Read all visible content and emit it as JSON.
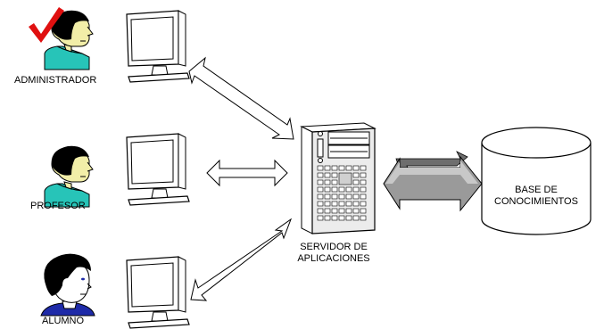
{
  "actors": [
    {
      "label": "ADMINISTRADOR",
      "icon": "admin-person-with-checkmark-icon"
    },
    {
      "label": "PROFESOR",
      "icon": "teacher-person-icon"
    },
    {
      "label": "ALUMNO",
      "icon": "student-person-icon"
    }
  ],
  "server": {
    "line1": "SERVIDOR DE",
    "line2": "APLICACIONES",
    "icon": "server-tower-icon"
  },
  "database": {
    "line1": "BASE DE",
    "line2": "CONOCIMIENTOS",
    "icon": "database-cylinder-icon"
  },
  "colors": {
    "skin": "#f2eea8",
    "hair": "#000000",
    "admin_collar": "#27c4b8",
    "student_collar": "#1e2aa8",
    "checkmark": "#e01010",
    "server_body": "#ececec",
    "arrow_3d": "#9a9a9a"
  }
}
